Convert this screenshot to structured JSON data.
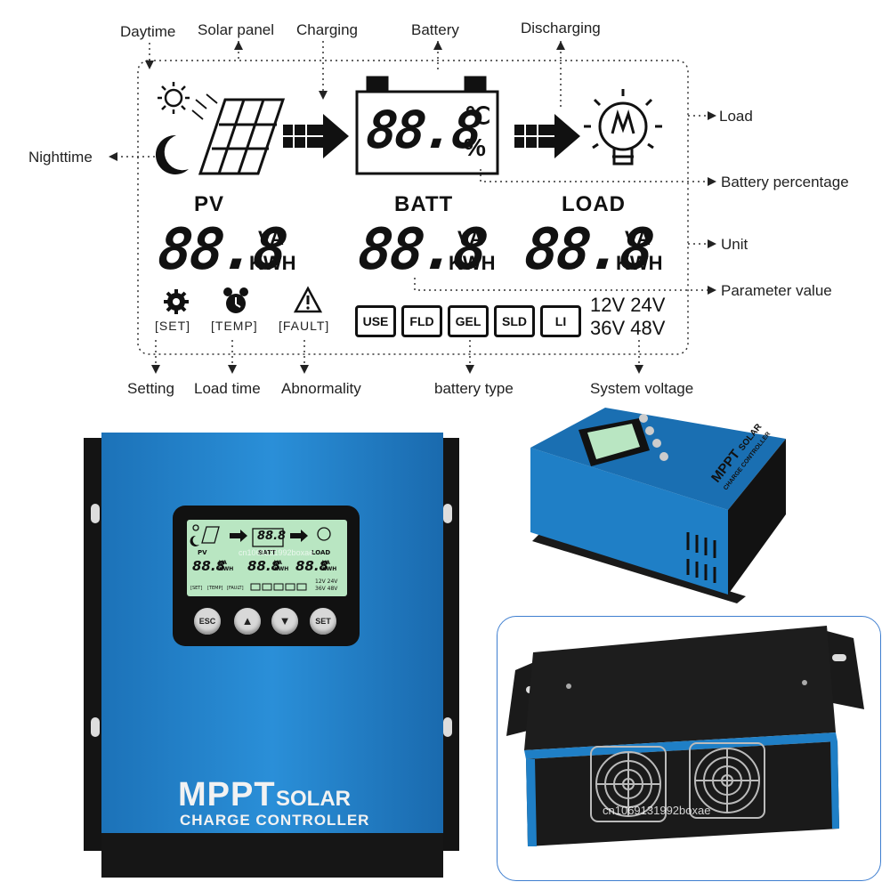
{
  "diagram": {
    "callouts": {
      "daytime": "Daytime",
      "solar_panel": "Solar panel",
      "charging": "Charging",
      "battery": "Battery",
      "discharging": "Discharging",
      "load": "Load",
      "nighttime": "Nighttime",
      "battery_percentage": "Battery percentage",
      "unit": "Unit",
      "parameter_value": "Parameter value",
      "setting": "Setting",
      "load_time": "Load time",
      "abnormality": "Abnormality",
      "battery_type": "battery type",
      "system_voltage": "System voltage"
    },
    "battery_display": {
      "value": "88.8",
      "unit_celsius": "℃",
      "unit_percent": "%"
    },
    "sections": {
      "pv": {
        "label": "PV",
        "value": "88.8",
        "unit_top": "VA",
        "unit_bottom": "KWH"
      },
      "batt": {
        "label": "BATT",
        "value": "88.8",
        "unit_top": "VA",
        "unit_bottom": "KWH"
      },
      "load": {
        "label": "LOAD",
        "value": "88.8",
        "unit_top": "VA",
        "unit_bottom": "KWH"
      }
    },
    "indicators": {
      "set": "[SET]",
      "temp": "[TEMP]",
      "fault": "[FAULT]"
    },
    "battery_types": [
      "USE",
      "FLD",
      "GEL",
      "SLD",
      "LI"
    ],
    "voltages": {
      "row1": "12V 24V",
      "row2": "36V 48V"
    }
  },
  "product_front": {
    "title_main": "MPPT",
    "title_solar": "SOLAR",
    "subtitle": "CHARGE CONTROLLER",
    "buttons": [
      "ESC",
      "▲",
      "▼",
      "SET"
    ],
    "watermark": "cn1069131992boxae",
    "lcd": {
      "pv": "PV",
      "batt": "BATT",
      "load": "LOAD",
      "value": "88.8",
      "unit_top": "VA",
      "unit_bottom": "KWH",
      "set": "[SET]",
      "temp": "[TEMP]",
      "fault": "[FAULT]",
      "volts_row1": "12V 24V",
      "volts_row2": "36V 48V"
    }
  },
  "product_side": {
    "title_main": "MPPT",
    "title_solar": "SOLAR",
    "subtitle": "CHARGE CONTROLLER"
  },
  "product_bottom": {
    "watermark": "cn1069131992boxae"
  },
  "colors": {
    "housing_blue": "#1f7fc6",
    "housing_dark": "#0f4f86",
    "lcd_green": "#b9e6c2",
    "frame_black": "#111111"
  }
}
